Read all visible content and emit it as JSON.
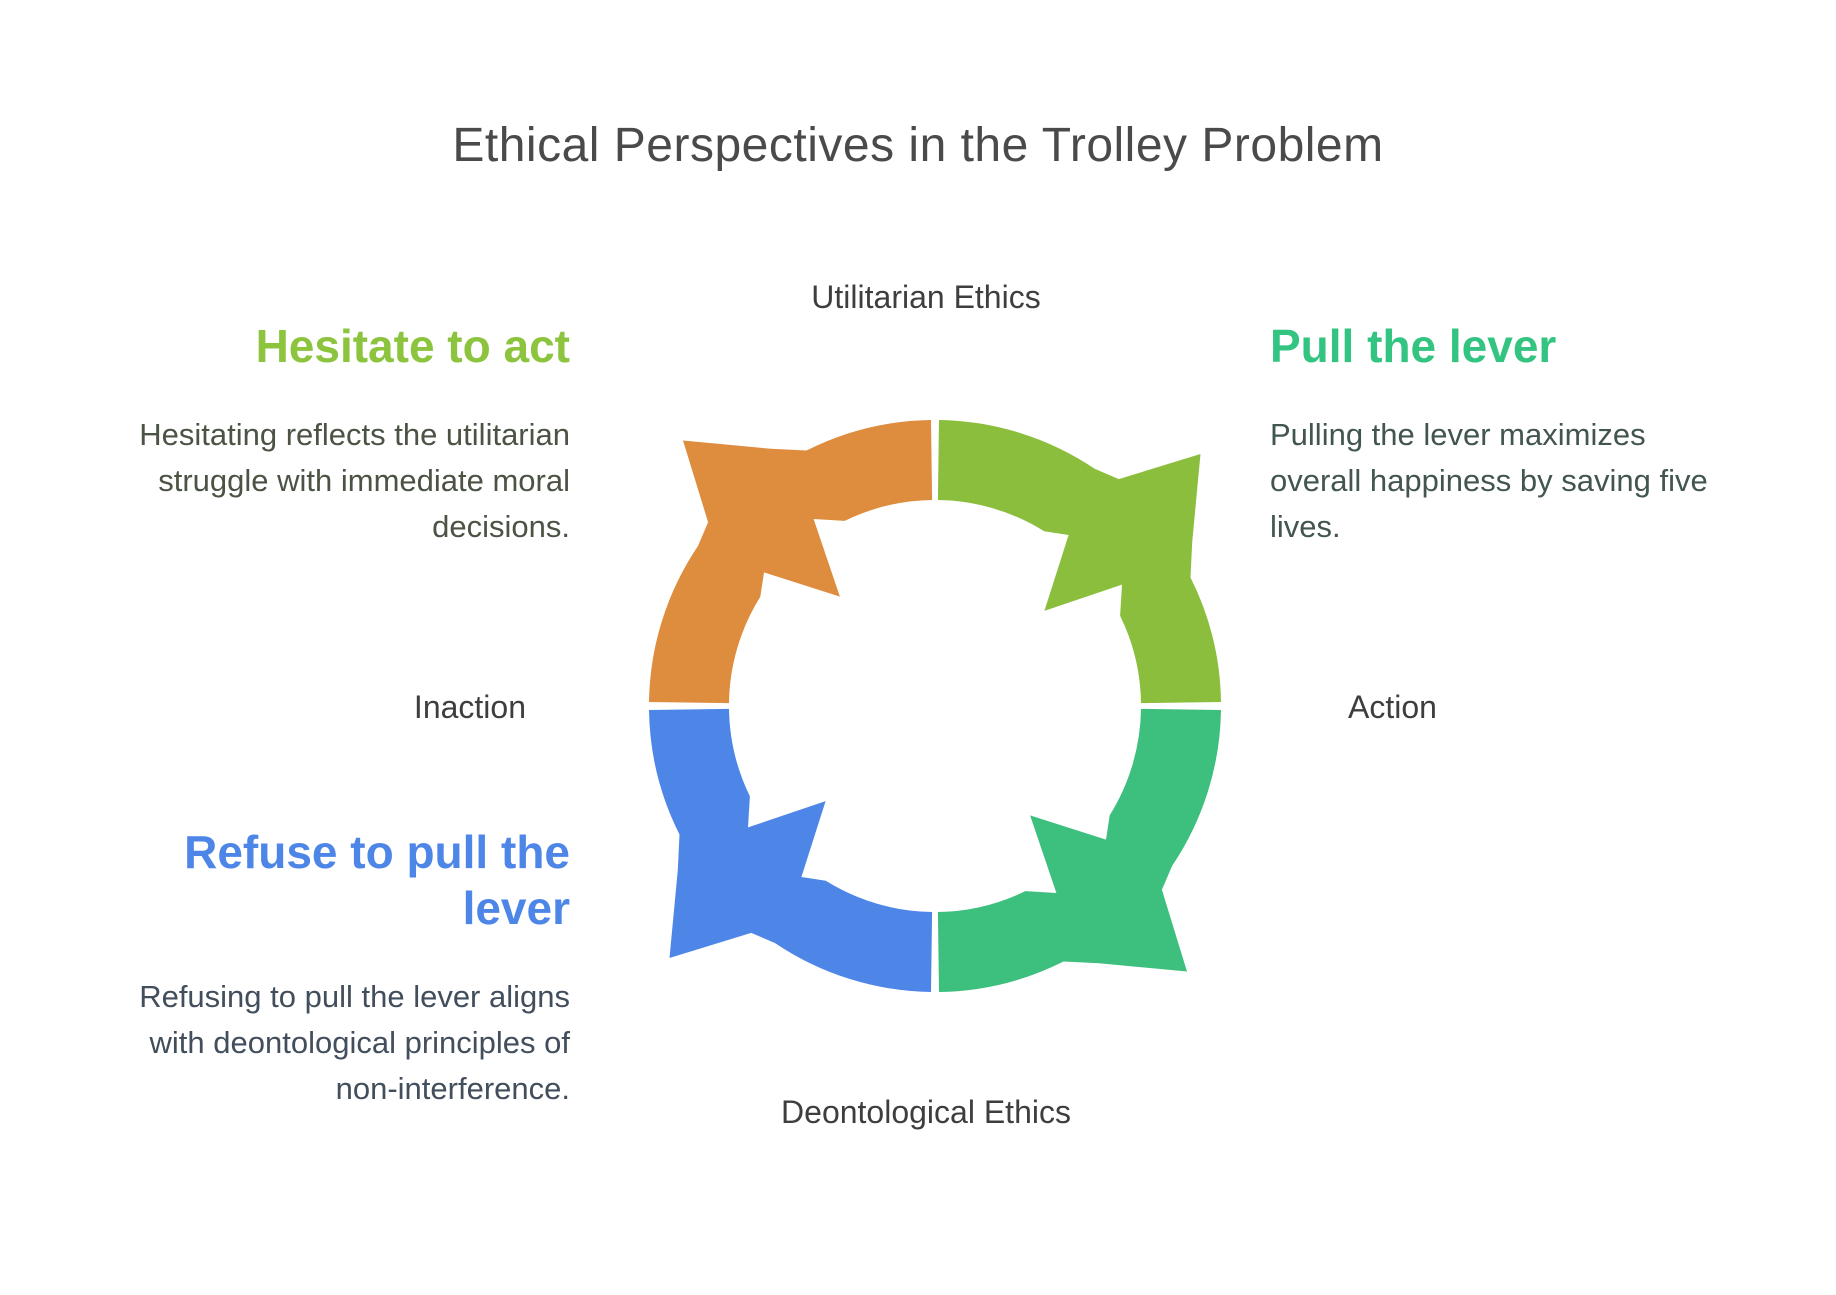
{
  "title": "Ethical Perspectives in the Trolley Problem",
  "colors": {
    "title_text": "#4a4a4a",
    "axis_label_text": "#3e3e3e",
    "orange": "#de8c3e",
    "lime": "#8cbe3e",
    "emerald": "#3dbf7d",
    "blue": "#4e86e8"
  },
  "wheel": {
    "flow_direction": "counterclockwise",
    "axis_labels": {
      "top": "Utilitarian Ethics",
      "right": "Action",
      "bottom": "Deontological Ethics",
      "left": "Inaction"
    },
    "segments": [
      {
        "id": "utilitarian-inaction",
        "position": "top-left",
        "color": "#de8c3e"
      },
      {
        "id": "utilitarian-action",
        "position": "top-right",
        "color": "#8cbe3e"
      },
      {
        "id": "deontological-action",
        "position": "bottom-right",
        "color": "#3dbf7d"
      },
      {
        "id": "deontological-inaction",
        "position": "bottom-left",
        "color": "#4e86e8"
      }
    ]
  },
  "callouts": [
    {
      "id": "hesitate",
      "heading": "Hesitate to act",
      "heading_color": "#8cc43e",
      "body": "Hesitating reflects the utilitarian struggle with immediate moral decisions.",
      "body_color": "#4b5345"
    },
    {
      "id": "pull-lever",
      "heading": "Pull the lever",
      "heading_color": "#33c481",
      "body": "Pulling the lever maximizes overall happiness by saving five lives.",
      "body_color": "#42564d"
    },
    {
      "id": "refuse-lever",
      "heading": "Refuse to pull the lever",
      "heading_color": "#4e86e8",
      "body": "Refusing to pull the lever aligns with deontological principles of non-interference.",
      "body_color": "#424e5c"
    }
  ]
}
